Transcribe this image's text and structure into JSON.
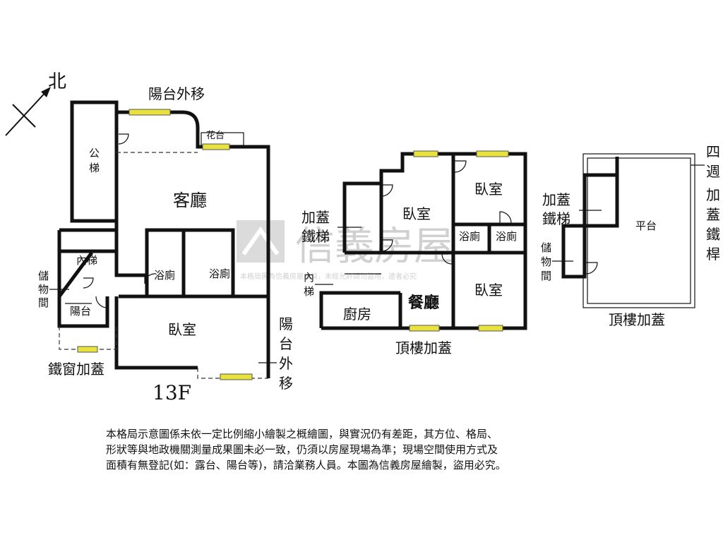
{
  "compass": {
    "label": "北"
  },
  "unit13f": {
    "title": "13F",
    "rooms": {
      "public_stair_1": "公",
      "public_stair_2": "梯",
      "living_room": "客廳",
      "bathroom_1": "浴廁",
      "bathroom_2": "浴廁",
      "bedroom": "臥室",
      "inner_stair": "內梯",
      "balcony": "陽台",
      "storage_1": "儲",
      "storage_2": "物",
      "storage_3": "間"
    },
    "annotations": {
      "balcony_moved_top": "陽台外移",
      "planter": "花台",
      "balcony_moved_side_1": "陽",
      "balcony_moved_side_2": "台",
      "balcony_moved_side_3": "外",
      "balcony_moved_side_4": "移",
      "iron_window_addition": "鐵窗加蓋"
    }
  },
  "rooftop_addition": {
    "title": "頂樓加蓋",
    "rooms": {
      "bedroom_1": "臥室",
      "bedroom_2": "臥室",
      "bedroom_3": "臥室",
      "bathroom_1": "浴廁",
      "bathroom_2": "浴廁",
      "dining_room": "餐廳",
      "kitchen": "廚房"
    },
    "annotations": {
      "added_iron_stair_1": "加蓋",
      "added_iron_stair_2": "鐵梯",
      "inner_stair_1": "內",
      "inner_stair_2": "梯"
    }
  },
  "rooftop_top": {
    "title": "頂樓加蓋",
    "rooms": {
      "platform": "平台",
      "storage_1": "儲",
      "storage_2": "物",
      "storage_3": "間"
    },
    "annotations": {
      "added_iron_stair_1": "加蓋",
      "added_iron_stair_2": "鐵梯",
      "railing_1": "四",
      "railing_2": "週",
      "railing_3": "加",
      "railing_4": "蓋",
      "railing_5": "鐵",
      "railing_6": "桿"
    }
  },
  "watermark": {
    "brand": "信義房屋",
    "small": "本格局圖為信義房屋繪製，未經允許請勿盜用，違者必究"
  },
  "disclaimer": {
    "line1": "本格局示意圖係未依一定比例縮小繪製之概繪圖，與實況仍有差距，其方位、格局、",
    "line2": "形狀等與地政機關測量成果圖未必一致，仍須以房屋現場為準；現場空間使用方式及",
    "line3": "面積有無登記(如：露台、陽台等)，請洽業務人員。本圖為信義房屋繪製，盜用必究。"
  },
  "colors": {
    "window": "#e9e23c",
    "wall": "#111111",
    "watermark": "#c8c8c8"
  }
}
